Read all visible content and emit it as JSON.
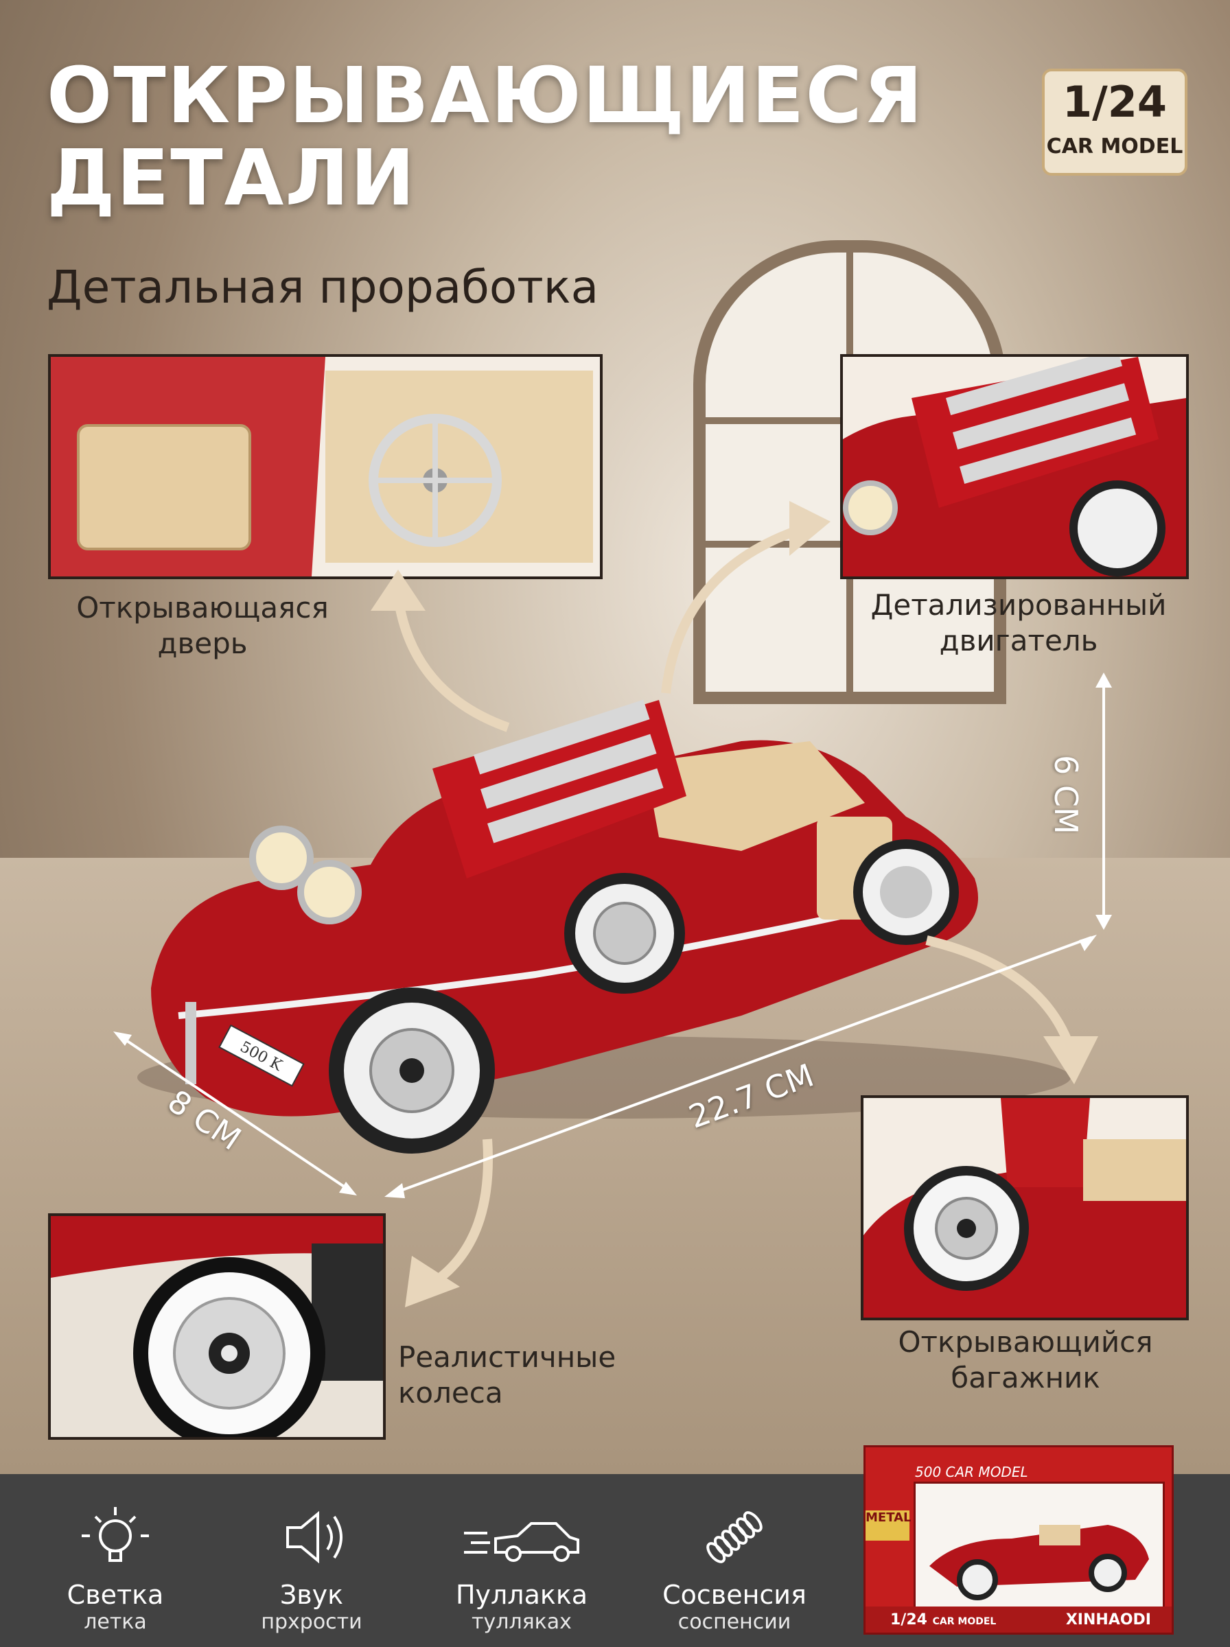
{
  "title_line1": "ОТКРЫВАЮЩИЕСЯ",
  "title_line2": "ДЕТАЛИ",
  "subtitle": "Детальная проработка",
  "scale_badge": {
    "scale": "1/24",
    "label": "CAR MODEL"
  },
  "callouts": {
    "door": {
      "line1": "Открывающаяся",
      "line2": "дверь"
    },
    "engine": {
      "line1": "Детализированный",
      "line2": "двигатель"
    },
    "wheels": {
      "line1": "Реалистичные",
      "line2": "колеса"
    },
    "trunk": {
      "line1": "Открывающийся",
      "line2": "багажник"
    }
  },
  "dimensions": {
    "height": "6 CM",
    "length": "22.7 CM",
    "width": "8 CM"
  },
  "plate_text": "500 K",
  "features": [
    {
      "icon": "lightbulb-icon",
      "line1": "Светка",
      "line2": "летка"
    },
    {
      "icon": "speaker-icon",
      "line1": "Звук",
      "line2": "прхрости"
    },
    {
      "icon": "pullback-car-icon",
      "line1": "Пуллакка",
      "line2": "тулляках"
    },
    {
      "icon": "spring-icon",
      "line1": "Сосвенсия",
      "line2": "соспенсии"
    }
  ],
  "package": {
    "metal": "METAL",
    "title": "500 CAR MODEL",
    "scale": "1/24",
    "scale_label": "CAR MODEL",
    "brand": "XINHAODI"
  },
  "colors": {
    "car_red": "#b3141b",
    "interior_beige": "#e6cda2",
    "bar": "#424242"
  }
}
